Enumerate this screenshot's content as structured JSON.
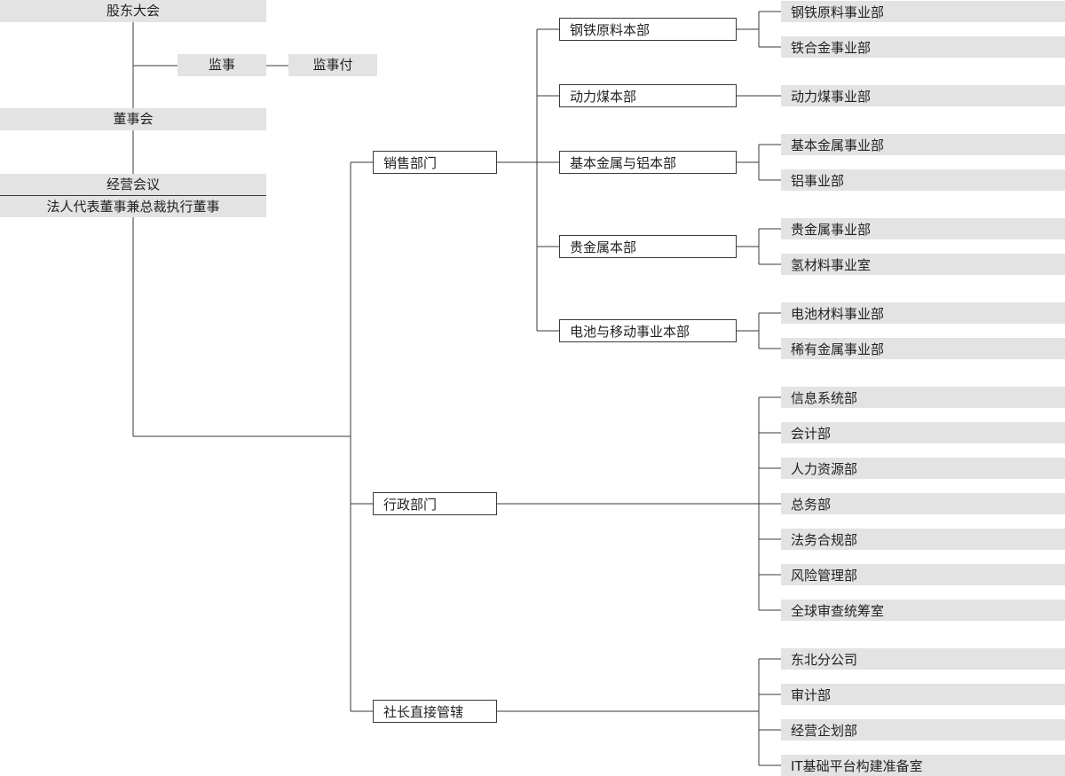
{
  "top": {
    "shareholders": "股东大会",
    "auditor": "监事",
    "auditor_assistant": "监事付",
    "board": "董事会",
    "management_meeting": "经营会议",
    "president": "法人代表董事兼总裁执行董事"
  },
  "sales": {
    "label": "销售部门",
    "units": [
      {
        "label": "钢铁原料本部",
        "subs": [
          "钢铁原料事业部",
          "铁合金事业部"
        ]
      },
      {
        "label": "动力煤本部",
        "subs": [
          "动力煤事业部"
        ]
      },
      {
        "label": "基本金属与铝本部",
        "subs": [
          "基本金属事业部",
          "铝事业部"
        ]
      },
      {
        "label": "贵金属本部",
        "subs": [
          "贵金属事业部",
          "氢材料事业室"
        ]
      },
      {
        "label": "电池与移动事业本部",
        "subs": [
          "电池材料事业部",
          "稀有金属事业部"
        ]
      }
    ]
  },
  "admin": {
    "label": "行政部门",
    "subs": [
      "信息系统部",
      "会计部",
      "人力资源部",
      "总务部",
      "法务合规部",
      "风险管理部",
      "全球审查统筹室"
    ]
  },
  "direct": {
    "label": "社长直接管辖",
    "subs": [
      "东北分公司",
      "审计部",
      "经营企划部",
      "IT基础平台构建准备室"
    ]
  }
}
